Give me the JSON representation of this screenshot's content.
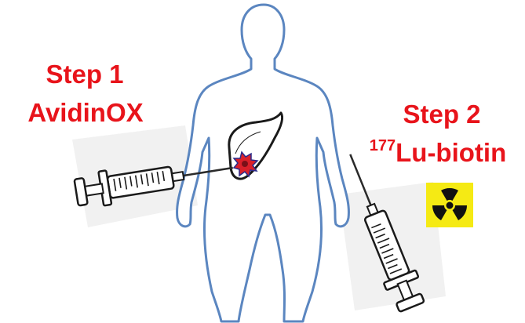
{
  "step1": {
    "title": "Step 1",
    "agent": "AvidinOX"
  },
  "step2": {
    "title": "Step 2",
    "isotope_mass": "177",
    "agent": "Lu-biotin"
  },
  "icons": {
    "body": "human-body-outline-icon",
    "organ": "liver-icon",
    "tumor": "tumor-icon",
    "syringe_left": "syringe-icon",
    "syringe_right": "syringe-icon",
    "radiation": "radiation-hazard-icon"
  },
  "colors": {
    "label_red": "#e8141b",
    "body_outline": "#5b86c0",
    "radiation_yellow": "#f5ea14",
    "tumor_red": "#d9202a"
  }
}
